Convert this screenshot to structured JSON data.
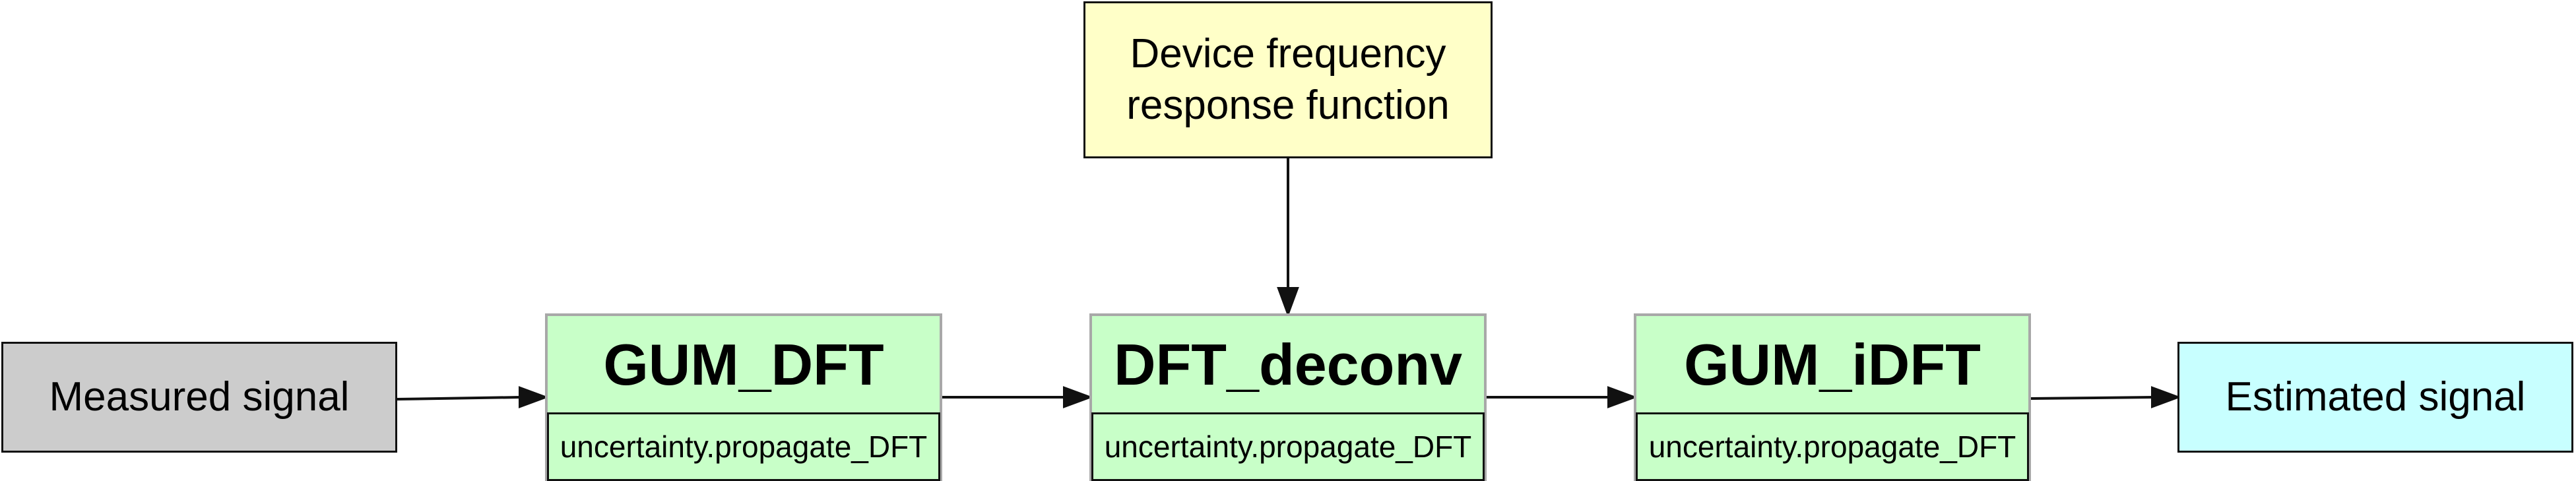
{
  "nodes": {
    "measured_signal": "Measured signal",
    "device_response": "Device frequency\nresponse function",
    "gum_dft": {
      "name": "GUM_DFT",
      "module": "uncertainty.propagate_DFT"
    },
    "dft_deconv": {
      "name": "DFT_deconv",
      "module": "uncertainty.propagate_DFT"
    },
    "gum_idft": {
      "name": "GUM_iDFT",
      "module": "uncertainty.propagate_DFT"
    },
    "estimated_signal": "Estimated signal"
  },
  "colors": {
    "input": "#cccccc",
    "device": "#ffffc8",
    "module": "#c8ffc8",
    "output": "#c8ffff"
  }
}
